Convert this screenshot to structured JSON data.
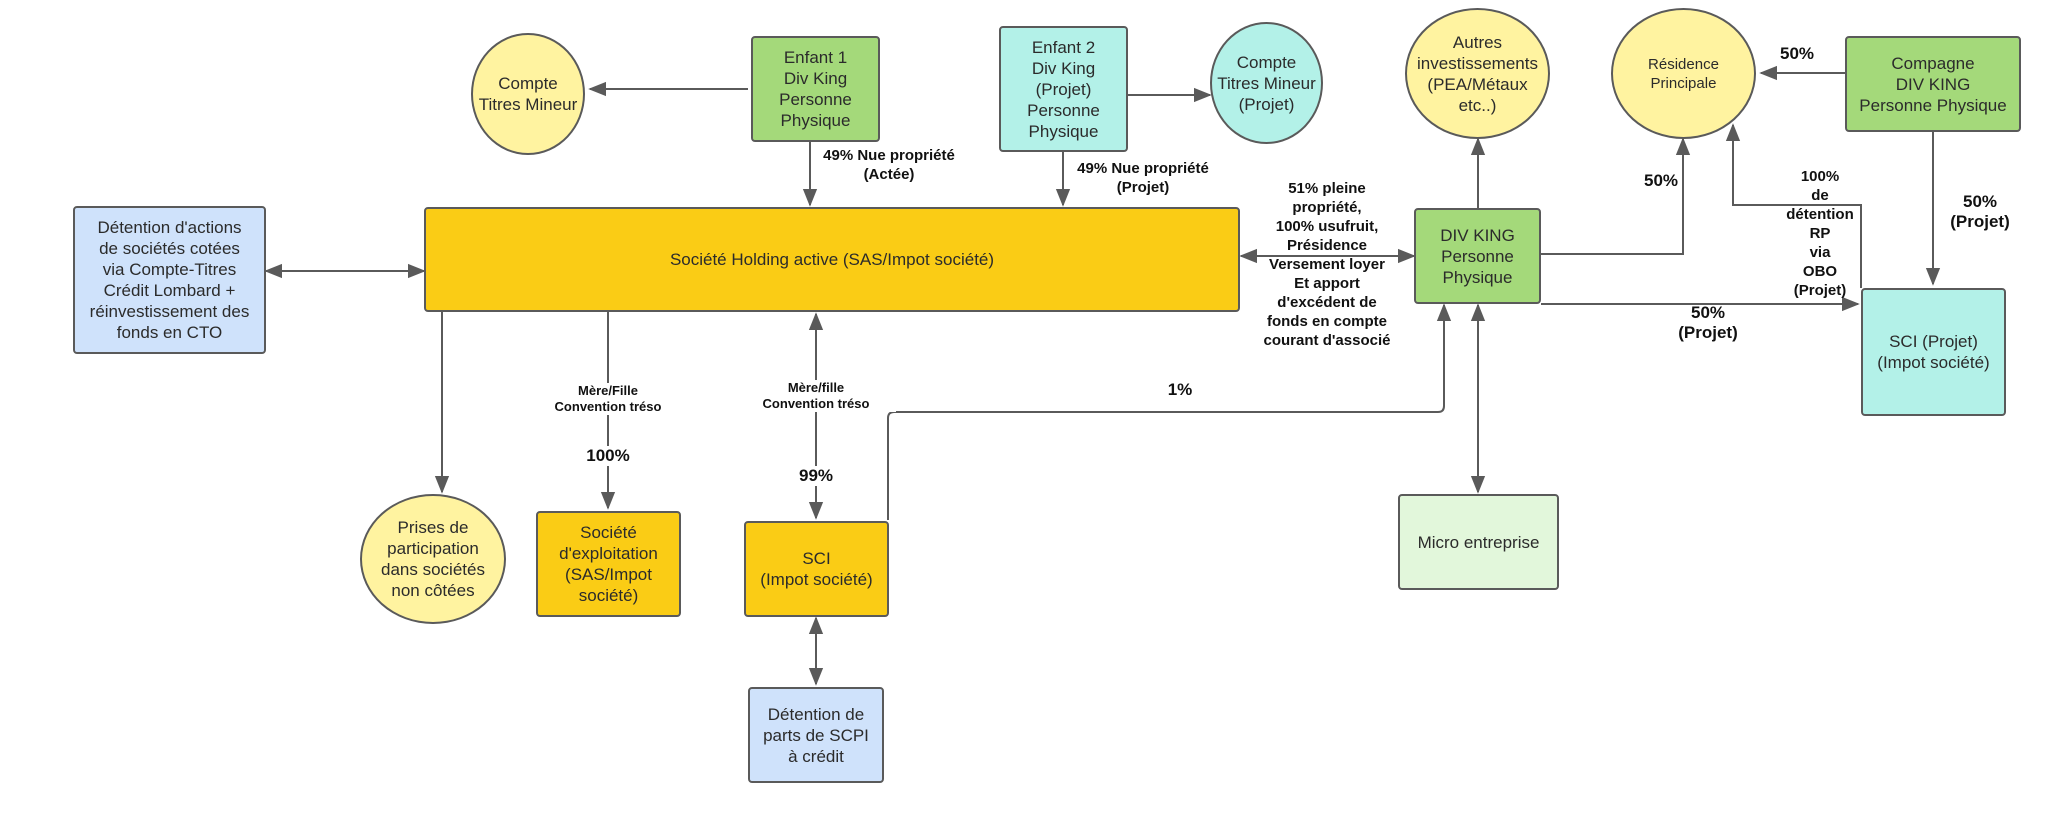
{
  "colors": {
    "holding_yellow": "#FACC15",
    "soft_yellow": "#FFF3A0",
    "green": "#A4D97A",
    "light_green": "#E2F7DB",
    "teal": "#B3F1E8",
    "light_blue": "#CFE2FB",
    "line": "#5a5a5a"
  },
  "nodes": {
    "holding": "Société Holding active (SAS/Impot société)",
    "enfant1": "Enfant 1\nDiv King\nPersonne\nPhysique",
    "enfant2": "Enfant 2\nDiv King\n(Projet)\nPersonne\nPhysique",
    "compte_titres_mineur": "Compte\nTitres Mineur",
    "compte_titres_mineur_projet": "Compte\nTitres Mineur\n(Projet)",
    "autres_investissements": "Autres\ninvestissements\n(PEA/Métaux\netc..)",
    "residence_principale": "Résidence\nPrincipale",
    "compagne": "Compagne\nDIV KING\nPersonne Physique",
    "div_king": "DIV KING\nPersonne\nPhysique",
    "detention_actions": "Détention d'actions\nde sociétés cotées\nvia Compte-Titres\nCrédit Lombard +\nréinvestissement des\nfonds en CTO",
    "sci_projet": "SCI (Projet)\n(Impot société)",
    "prises_participation": "Prises de\nparticipation\ndans sociétés\nnon côtées",
    "societe_exploitation": "Société\nd'exploitation\n(SAS/Impot\nsociété)",
    "sci": "SCI\n(Impot société)",
    "detention_scpi": "Détention de\nparts de SCPI\nà crédit",
    "micro_entreprise": "Micro entreprise"
  },
  "labels": {
    "enfant1_share": "49% Nue propriété\n(Actée)",
    "enfant2_share": "49% Nue propriété\n(Projet)",
    "div_king_holding": "51% pleine\npropriété,\n100% usufruit,\nPrésidence\nVersement loyer\nEt apport\nd'excédent de\nfonds en compte\ncourant d'associé",
    "compagne_rp_pct": "50%",
    "div_king_rp_pct": "50%",
    "rp_detention": "100%\nde\ndétention\nRP\nvia\nOBO\n(Projet)",
    "compagne_sci_pct": "50%\n(Projet)",
    "div_king_sci_pct": "50%\n(Projet)",
    "sci_div_king_pct": "1%",
    "mere_fille_1": "Mère/Fille\nConvention tréso",
    "mere_fille_2": "Mère/fille\nConvention tréso",
    "exploitation_pct": "100%",
    "sci_pct": "99%"
  }
}
